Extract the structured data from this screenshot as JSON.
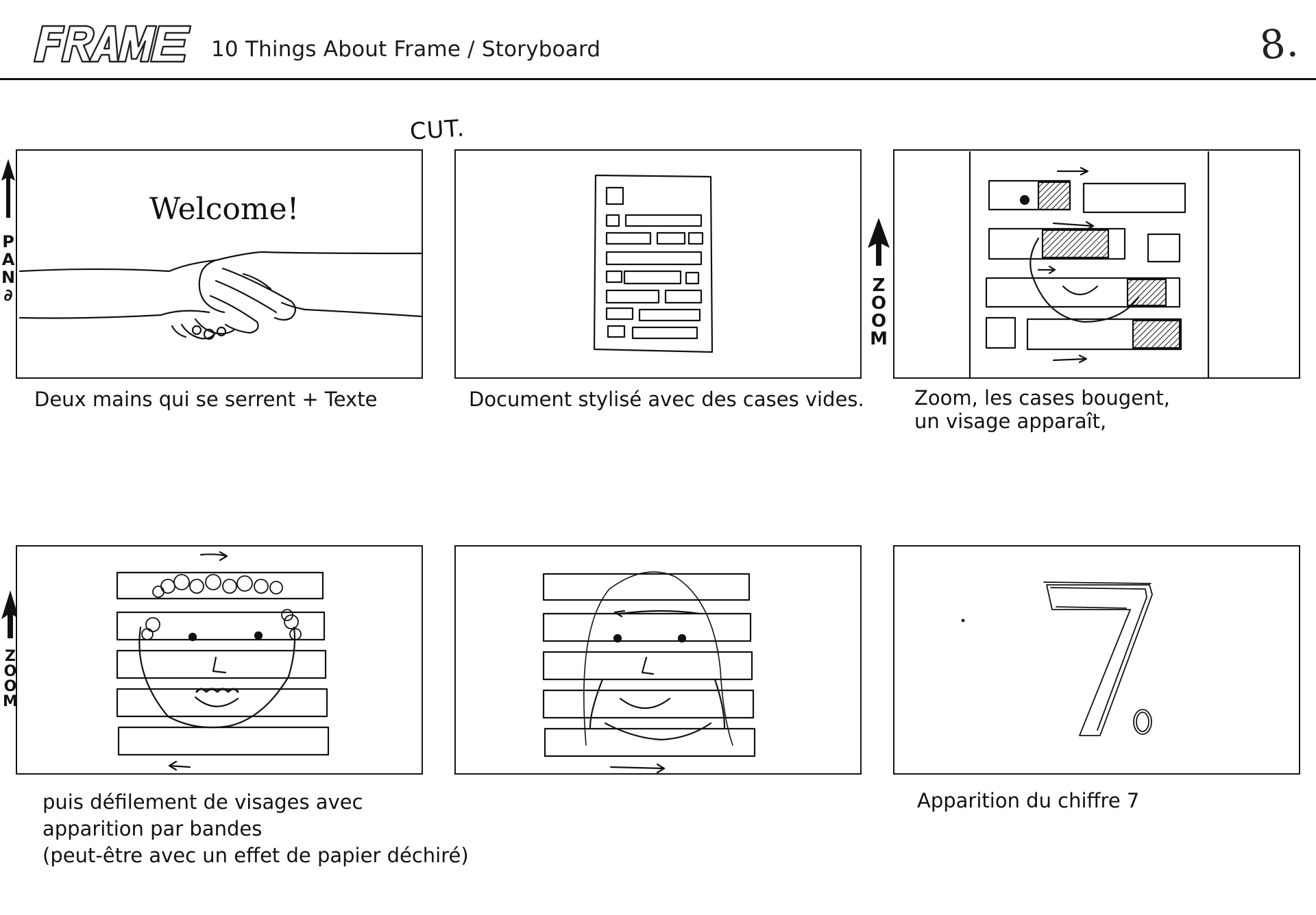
{
  "header": {
    "logo_text": "FRAME",
    "title": "10 Things About Frame / Storyboard",
    "page_number": "8."
  },
  "annotations": {
    "cut": "CUT.",
    "pan": "PAN",
    "zoom_a": "ZOOM",
    "zoom_b": "ZOOM"
  },
  "panels": [
    {
      "id": 1,
      "frame_text": "Welcome!",
      "caption": "Deux mains qui se serrent + Texte"
    },
    {
      "id": 2,
      "caption": "Document stylisé avec des cases vides."
    },
    {
      "id": 3,
      "caption": "Zoom, les cases bougent,\nun visage apparaît,"
    },
    {
      "id": 4,
      "caption": "puis défilement de visages avec\napparition par bandes\n(peut-être avec un effet de papier déchiré)"
    },
    {
      "id": 5,
      "caption": ""
    },
    {
      "id": 6,
      "frame_text": "7.",
      "caption": "Apparition du chiffre 7"
    }
  ]
}
